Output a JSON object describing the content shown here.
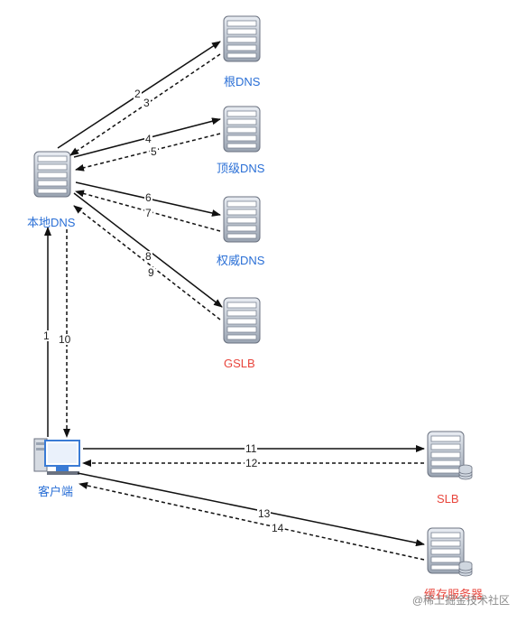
{
  "nodes": {
    "local_dns": "本地DNS",
    "root_dns": "根DNS",
    "tld_dns": "顶级DNS",
    "auth_dns": "权威DNS",
    "gslb": "GSLB",
    "client": "客户端",
    "slb": "SLB",
    "cache": "缓存服务器"
  },
  "steps": [
    "1",
    "2",
    "3",
    "4",
    "5",
    "6",
    "7",
    "8",
    "9",
    "10",
    "11",
    "12",
    "13",
    "14"
  ],
  "watermark": "@稀土掘金技术社区",
  "colors": {
    "blue_label": "#2a6fd6",
    "red_label": "#e8453c",
    "arrow": "#111111"
  }
}
